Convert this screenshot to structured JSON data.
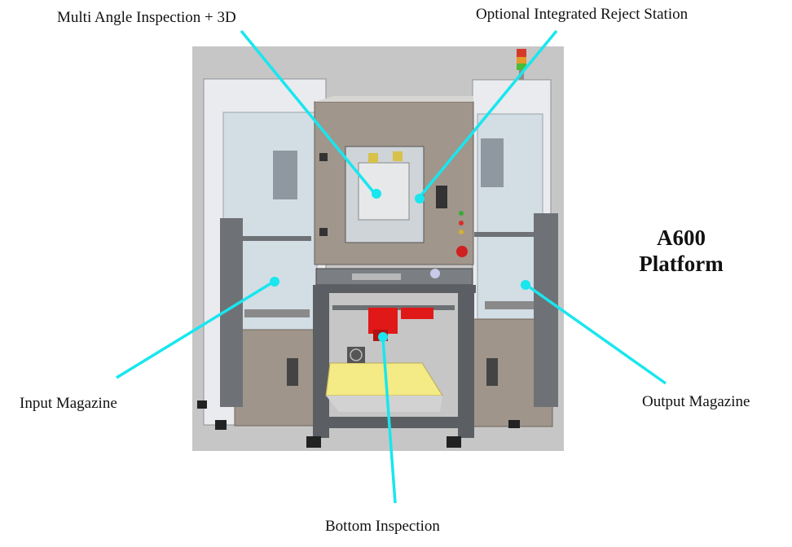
{
  "title": {
    "line1": "A600",
    "line2": "Platform"
  },
  "callouts": {
    "multi_angle": "Multi Angle Inspection + 3D",
    "reject_station": "Optional Integrated Reject Station",
    "input_magazine": "Input Magazine",
    "output_magazine": "Output Magazine",
    "bottom_inspection": "Bottom Inspection"
  },
  "colors": {
    "callout_line": "#19e6ee",
    "background_panel": "#c6c6c6",
    "cabinet": "#9f958b",
    "frame": "#5b5f63",
    "tray": "#f4ea86",
    "camera_red": "#e01818"
  }
}
